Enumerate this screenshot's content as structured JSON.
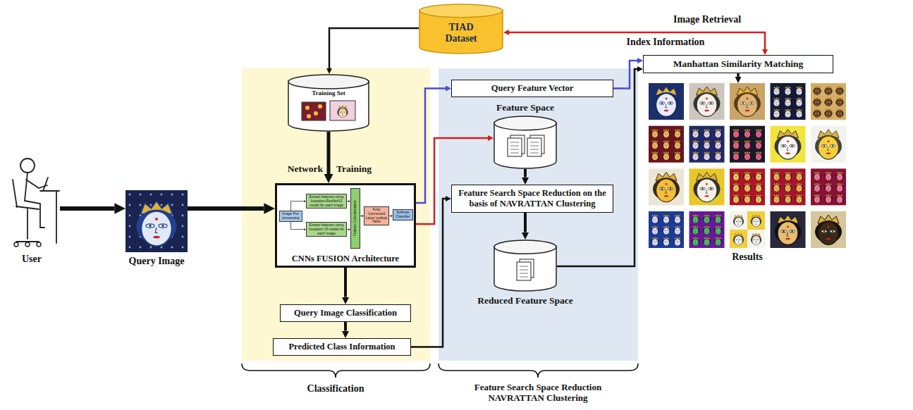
{
  "diagram": {
    "nodes": [
      {
        "text": [
          "User"
        ]
      },
      {
        "text": [
          "Query Image"
        ]
      },
      {
        "text": [
          "TIAD Dataset"
        ]
      },
      {
        "text": [
          "Training Set"
        ]
      },
      {
        "text": [
          "CNNs FUSION Architecture"
        ]
      },
      {
        "text": [
          "Image Pre-processing"
        ],
        "in": 4
      },
      {
        "text": [
          "Extract features using Inception-ResNetV2 model for each image"
        ],
        "in": 4
      },
      {
        "text": [
          "Extract features using Inception V3 model for each image"
        ],
        "in": 4
      },
      {
        "text": [
          "Feature Concatenation"
        ],
        "in": 4
      },
      {
        "text": [
          "Fully Connected Layer Lookup Table"
        ],
        "in": 4
      },
      {
        "text": [
          "Softmax Classifier"
        ],
        "in": 4
      },
      {
        "text": [
          "Query Image Classification"
        ]
      },
      {
        "text": [
          "Predicted Class Information"
        ]
      },
      {
        "text": [
          "Query Feature Vector"
        ]
      },
      {
        "text": [
          "Feature Space"
        ]
      },
      {
        "text": [
          "Feature Search Space Reduction on the basis of NAVRATTAN Clustering"
        ]
      },
      {
        "text": [
          "Reduced Feature Space"
        ]
      },
      {
        "text": [
          "Manhattan Similarity Matching"
        ]
      },
      {
        "text": [
          "Results"
        ]
      }
    ],
    "edges": [
      {
        "from": 0,
        "to": 1,
        "arrow": "to"
      },
      {
        "from": 1,
        "to": 4,
        "arrow": "to"
      },
      {
        "from": 2,
        "to": 3,
        "arrow": "to"
      },
      {
        "from": 3,
        "to": 4,
        "arrow": "to"
      },
      {
        "from": 5,
        "to": 6,
        "arrow": "to"
      },
      {
        "from": 5,
        "to": 7,
        "arrow": "to"
      },
      {
        "from": 6,
        "to": 8,
        "arrow": "to"
      },
      {
        "from": 7,
        "to": 8,
        "arrow": "to"
      },
      {
        "from": 8,
        "to": 9,
        "arrow": "to"
      },
      {
        "from": 9,
        "to": 10,
        "arrow": "to"
      },
      {
        "from": 4,
        "to": 11,
        "arrow": "to"
      },
      {
        "from": 11,
        "to": 12,
        "arrow": "to"
      },
      {
        "from": 12,
        "to": 15,
        "arrow": "to"
      },
      {
        "from": 4,
        "to": 13,
        "arrow": "to"
      },
      {
        "from": 4,
        "to": 14,
        "arrow": "to"
      },
      {
        "from": 13,
        "to": 17,
        "arrow": "to"
      },
      {
        "from": 14,
        "to": 15,
        "arrow": "to"
      },
      {
        "from": 15,
        "to": 16,
        "arrow": "to"
      },
      {
        "from": 16,
        "to": 17,
        "arrow": "to"
      },
      {
        "from": 17,
        "to": 18,
        "arrow": "to"
      },
      {
        "from": 2,
        "to": 17,
        "arrow": "both",
        "label": "Index Information"
      }
    ],
    "labels": [
      "Image Retrieval",
      "Network",
      "Training",
      "Classification",
      "Feature Search Space Reduction NAVRATTAN Clustering"
    ]
  }
}
